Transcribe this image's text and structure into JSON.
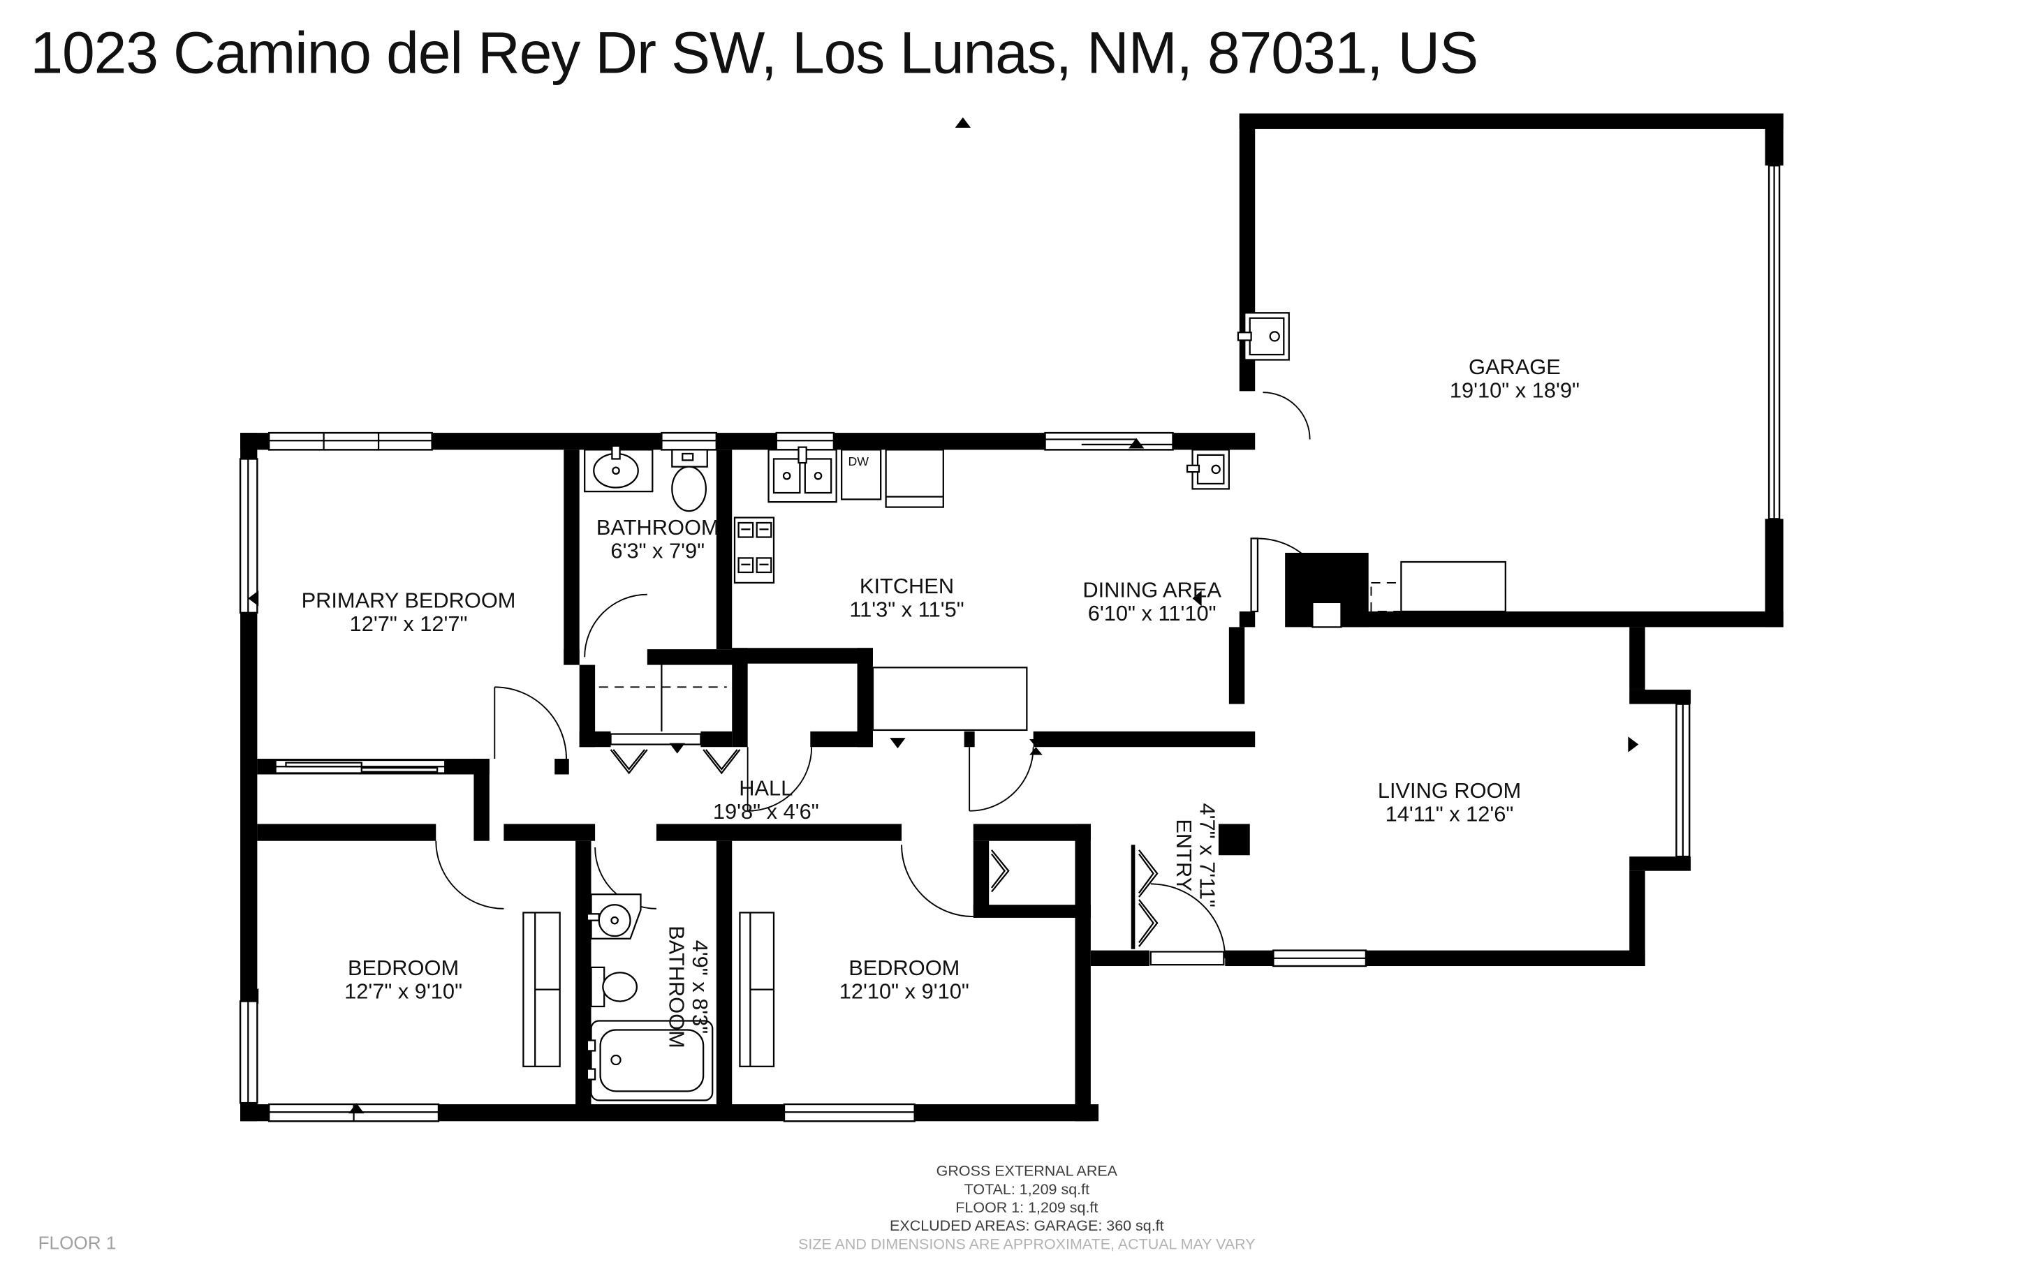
{
  "title": "1023 Camino del Rey Dr SW, Los Lunas, NM, 87031, US",
  "floor_label": "FLOOR 1",
  "rooms": {
    "garage": {
      "name": "GARAGE",
      "dims": "19'10\" x 18'9\""
    },
    "primary": {
      "name": "PRIMARY BEDROOM",
      "dims": "12'7\" x 12'7\""
    },
    "bathroom1": {
      "name": "BATHROOM",
      "dims": "6'3\" x 7'9\""
    },
    "kitchen": {
      "name": "KITCHEN",
      "dims": "11'3\" x 11'5\""
    },
    "dining": {
      "name": "DINING AREA",
      "dims": "6'10\" x 11'10\""
    },
    "living": {
      "name": "LIVING ROOM",
      "dims": "14'11\" x 12'6\""
    },
    "hall": {
      "name": "HALL",
      "dims": "19'8\" x 4'6\""
    },
    "entry": {
      "name": "ENTRY",
      "dims": "4'7\" x 7'11\""
    },
    "bedroom_left": {
      "name": "BEDROOM",
      "dims": "12'7\" x 9'10\""
    },
    "bathroom2": {
      "name": "BATHROOM",
      "dims": "4'9\" x 8'3\""
    },
    "bedroom_right": {
      "name": "BEDROOM",
      "dims": "12'10\" x 9'10\""
    }
  },
  "fixtures": {
    "dishwasher_label": "DW"
  },
  "footer": {
    "line1": "GROSS EXTERNAL AREA",
    "line2": "TOTAL: 1,209 sq.ft",
    "line3": "FLOOR 1: 1,209 sq.ft",
    "line4": "EXCLUDED AREAS: GARAGE: 360 sq.ft",
    "disclaimer": "SIZE AND DIMENSIONS ARE APPROXIMATE, ACTUAL MAY VARY"
  },
  "colors": {
    "walls": "#000000",
    "background": "#ffffff",
    "muted": "#b3b3b3"
  }
}
